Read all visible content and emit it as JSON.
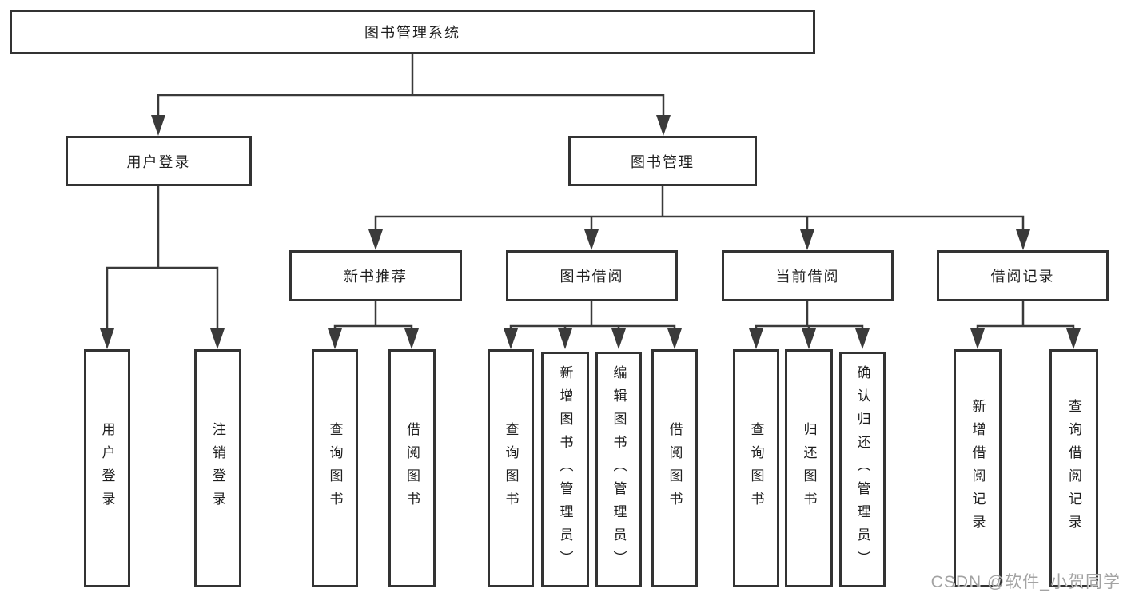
{
  "diagram_title": "图书管理系统",
  "tree": {
    "root": {
      "label": "图书管理系统"
    },
    "branches": [
      {
        "label": "用户登录",
        "children": [
          {
            "label": "用户登录"
          },
          {
            "label": "注销登录"
          }
        ]
      },
      {
        "label": "图书管理",
        "children": [
          {
            "label": "新书推荐",
            "children": [
              {
                "label": "查询图书"
              },
              {
                "label": "借阅图书"
              }
            ]
          },
          {
            "label": "图书借阅",
            "children": [
              {
                "label": "查询图书"
              },
              {
                "label": "新增图书（管理员）"
              },
              {
                "label": "编辑图书（管理员）"
              },
              {
                "label": "借阅图书"
              }
            ]
          },
          {
            "label": "当前借阅",
            "children": [
              {
                "label": "查询图书"
              },
              {
                "label": "归还图书"
              },
              {
                "label": "确认归还（管理员）"
              }
            ]
          },
          {
            "label": "借阅记录",
            "children": [
              {
                "label": "新增借阅记录"
              },
              {
                "label": "查询借阅记录"
              }
            ]
          }
        ]
      }
    ]
  },
  "watermark": "CSDN @软件_小贺同学",
  "colors": {
    "line": "#3a3a3a",
    "box_border": "#333333",
    "text": "#1f1f1f",
    "background": "#ffffff",
    "watermark": "#9e9e9e"
  }
}
